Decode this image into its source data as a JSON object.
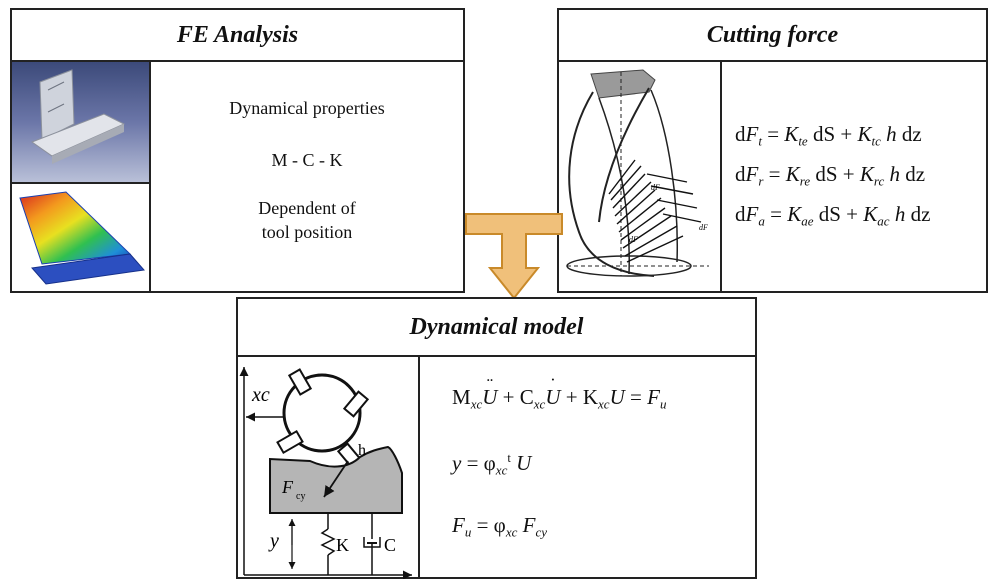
{
  "fe_analysis": {
    "title": "FE Analysis",
    "line1": "Dynamical properties",
    "line2": "M - C - K",
    "line3a": "Dependent of",
    "line3b": "tool position"
  },
  "cutting_force": {
    "title": "Cutting force",
    "eq1": {
      "lhs_sub": "t",
      "ke_sub": "te",
      "kc_sub": "tc"
    },
    "eq2": {
      "lhs_sub": "r",
      "ke_sub": "re",
      "kc_sub": "rc"
    },
    "eq3": {
      "lhs_sub": "a",
      "ke_sub": "ae",
      "kc_sub": "ac"
    },
    "fig_labels": {
      "dFa": "dF",
      "dFt": "dF",
      "dFr": "dF"
    }
  },
  "dynamical_model": {
    "title": "Dynamical model",
    "sketch": {
      "xc": "xc",
      "h": "h",
      "F": "F",
      "F_sub": "cy",
      "y": "y",
      "K": "K",
      "C": "C"
    },
    "eq1_sub": "xc",
    "eq2": {
      "phi_sub": "xc",
      "phi_sup": "t"
    },
    "eq3": {
      "F_sub": "u",
      "phi_sub": "xc",
      "Fcy_sub": "cy"
    }
  },
  "colors": {
    "arrow_fill": "#f0c07a",
    "arrow_stroke": "#c98a2a",
    "workpiece": "#b5b5b5"
  }
}
